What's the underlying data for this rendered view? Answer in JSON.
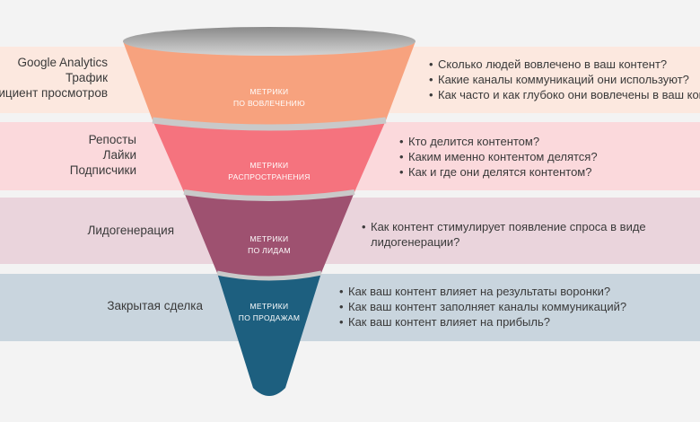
{
  "stages": [
    {
      "label": [
        "МЕТРИКИ",
        "ПО ВОВЛЕЧЕНИЮ"
      ],
      "color": "#f7a27e",
      "band_color": "#fce8df",
      "metrics": [
        "Google Analytics",
        "Трафик",
        "ициент просмотров"
      ],
      "questions": [
        "Сколько людей вовлечено в ваш контент?",
        "Какие каналы коммуникаций они используют?",
        "Как часто и как глубоко они вовлечены в ваш конт"
      ]
    },
    {
      "label": [
        "МЕТРИКИ",
        "РАСПРОСТРАНЕНИЯ"
      ],
      "color": "#f5737e",
      "band_color": "#fbd9dc",
      "metrics": [
        "Репосты",
        "Лайки",
        "Подписчики"
      ],
      "questions": [
        "Кто делится контентом?",
        "Каким именно контентом делятся?",
        "Как и где они делятся контентом?"
      ]
    },
    {
      "label": [
        "МЕТРИКИ",
        "ПО ЛИДАМ"
      ],
      "color": "#9e5170",
      "band_color": "#ead4dc",
      "metrics": [
        "Лидогенерация"
      ],
      "questions": [
        "Как контент стимулирует появление спроса в виде лидогенерации?"
      ]
    },
    {
      "label": [
        "МЕТРИКИ",
        "ПО ПРОДАЖАМ"
      ],
      "color": "#1d5f7f",
      "band_color": "#c9d5de",
      "metrics": [
        "Закрытая сделка"
      ],
      "questions": [
        "Как ваш контент влияет на результаты воронки?",
        "Как ваш контент заполняет каналы коммуникаций?",
        "Как ваш контент влияет на прибыль?"
      ]
    }
  ]
}
